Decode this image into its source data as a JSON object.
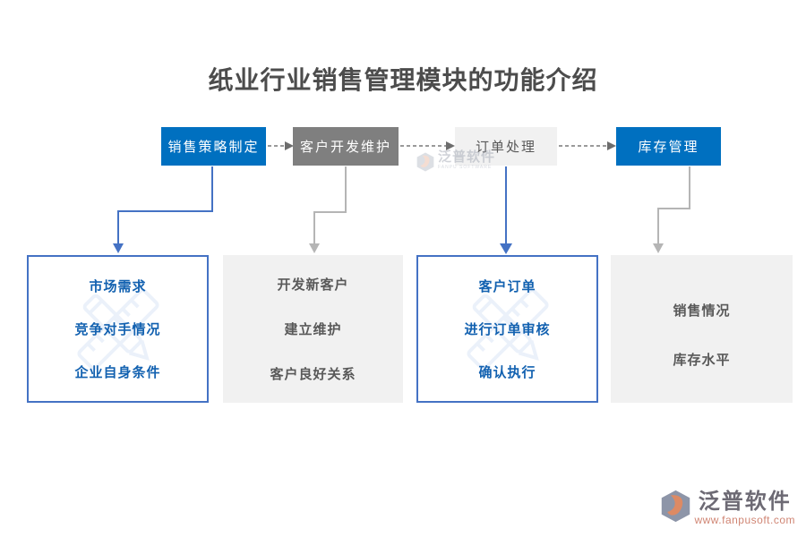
{
  "title": "纸业行业销售管理模块的功能介绍",
  "stages": [
    {
      "label": "销售策略制定"
    },
    {
      "label": "客户开发维护"
    },
    {
      "label": "订单处理"
    },
    {
      "label": "库存管理"
    }
  ],
  "details": [
    {
      "items": [
        "市场需求",
        "竞争对手情况",
        "企业自身条件"
      ]
    },
    {
      "items": [
        "开发新客户",
        "建立维护",
        "客户良好关系"
      ]
    },
    {
      "items": [
        "客户订单",
        "进行订单审核",
        "确认执行"
      ]
    },
    {
      "items": [
        "销售情况",
        "库存水平"
      ]
    }
  ],
  "watermark": {
    "brand": "泛普软件",
    "subtitle": "FANPU SOFTWARE"
  },
  "footer": {
    "brand": "泛普软件",
    "url": "www.fanpusoft.com"
  },
  "icons": {
    "detail_watermark": "pencil-ruler-watermark-icon",
    "brand": "fanpu-logo-icon"
  },
  "colors": {
    "stage_blue": "#0070c0",
    "stage_gray": "#7f7f7f",
    "stage_light": "#f1f1f1",
    "outline_blue": "#4472c4",
    "detail_text_blue": "#1261b0",
    "detail_text_gray": "#595959",
    "connector_blue": "#4472c4",
    "connector_gray": "#b5b5b5",
    "dashed_arrow_gray": "#9a9a9a",
    "logo_gray_blue": "#8d95a8",
    "logo_orange": "#dd8a64",
    "url_red": "#d08573"
  }
}
